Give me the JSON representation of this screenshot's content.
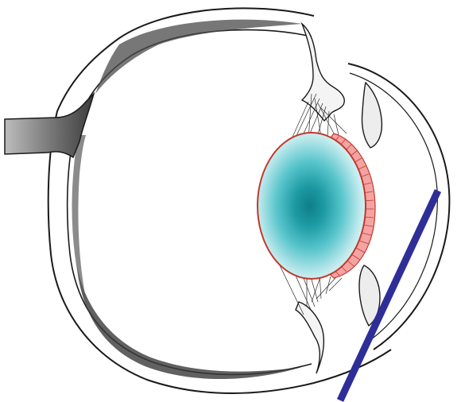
{
  "diagram": {
    "labels": [],
    "colors": {
      "outline": "#1a1a1a",
      "shading_dark": "#3a3a3a",
      "shading_mid": "#8a8a8a",
      "lens_center": "#0e7e88",
      "lens_mid": "#58c5cc",
      "lens_edge": "#d6f3f5",
      "lens_capsule": "#c0392b",
      "lens_epithelium": "#f4a3a3",
      "pointer_line": "#2e2e99"
    },
    "structures": [
      "sclera",
      "optic-nerve",
      "retina-choroid",
      "ciliary-body",
      "suspensory-ligaments",
      "iris",
      "cornea",
      "lens",
      "lens-epithelium",
      "pointer-line"
    ]
  }
}
